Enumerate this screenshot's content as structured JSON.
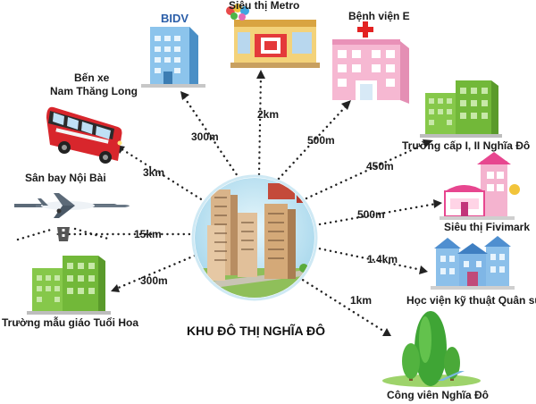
{
  "center": {
    "title": "KHU ĐÔ THỊ NGHĨA ĐÔ"
  },
  "places": {
    "bidv": {
      "name": "BIDV",
      "sign": "BIDV",
      "distance": "300m"
    },
    "metro": {
      "name": "Siêu thị Metro",
      "distance": "2km"
    },
    "hospital": {
      "name": "Bệnh viện E",
      "distance": "500m"
    },
    "school": {
      "name": "Trường cấp I, II Nghĩa Đô",
      "distance": "450m"
    },
    "fivimark": {
      "name": "Siêu thị Fivimark",
      "distance": "500m"
    },
    "academy": {
      "name": "Học viện kỹ thuật Quân sự",
      "distance": "1.4km"
    },
    "park": {
      "name": "Công viên Nghĩa Đô",
      "distance": "1km"
    },
    "kindergarten": {
      "name": "Trường mẫu giáo Tuổi Hoa",
      "distance": "300m"
    },
    "airport": {
      "name": "Sân bay Nội Bài",
      "distance": "15km"
    },
    "bus": {
      "name_line1": "Bến xe",
      "name_line2": "Nam Thăng Long",
      "distance": "3km"
    }
  },
  "colors": {
    "building_green": "#7cc242",
    "building_blue": "#7fb6e6",
    "hospital_pink": "#f4a6c8",
    "bus_red": "#d8262c",
    "sky_circle": "#bfe6f3",
    "tree_green": "#3fa535"
  }
}
